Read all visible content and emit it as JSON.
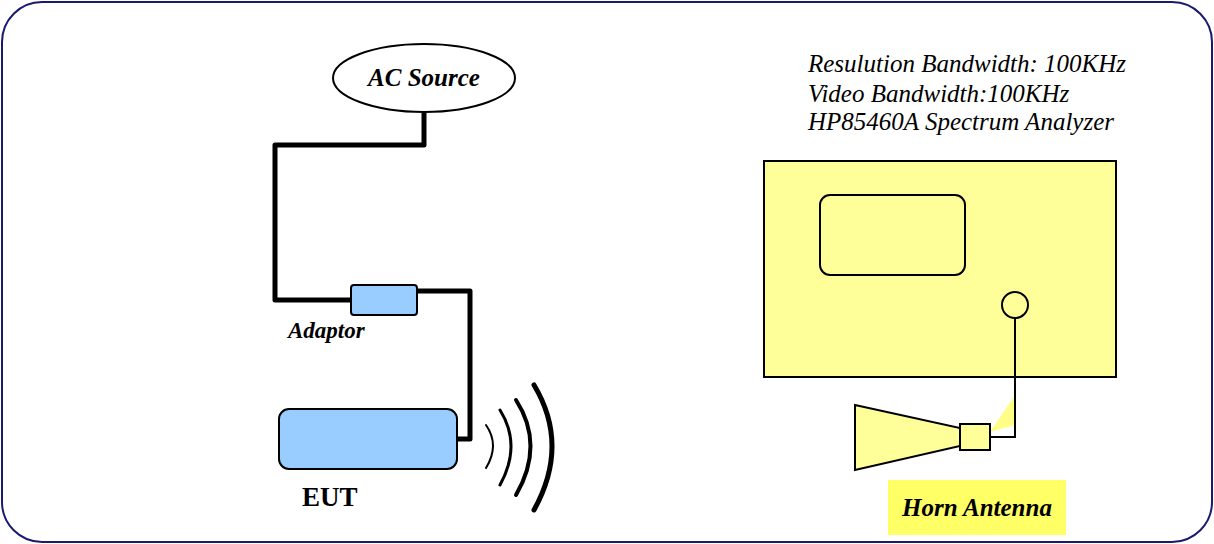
{
  "diagram": {
    "nodes": [
      {
        "text": [
          "AC Source"
        ]
      },
      {
        "text": [
          "Adaptor"
        ]
      },
      {
        "text": [
          "EUT"
        ]
      },
      {
        "text": [
          "HP85460A Spectrum Analyzer"
        ]
      },
      {
        "text": [
          "Horn Antenna"
        ]
      }
    ],
    "edges": [
      {
        "from": 0,
        "to": 1,
        "arrow": "none"
      },
      {
        "from": 1,
        "to": 2,
        "arrow": "none"
      },
      {
        "from": 4,
        "to": 3,
        "arrow": "none"
      }
    ],
    "labels": [
      "Resulution Bandwidth: 100KHz",
      "Video Bandwidth:100KHz"
    ]
  }
}
